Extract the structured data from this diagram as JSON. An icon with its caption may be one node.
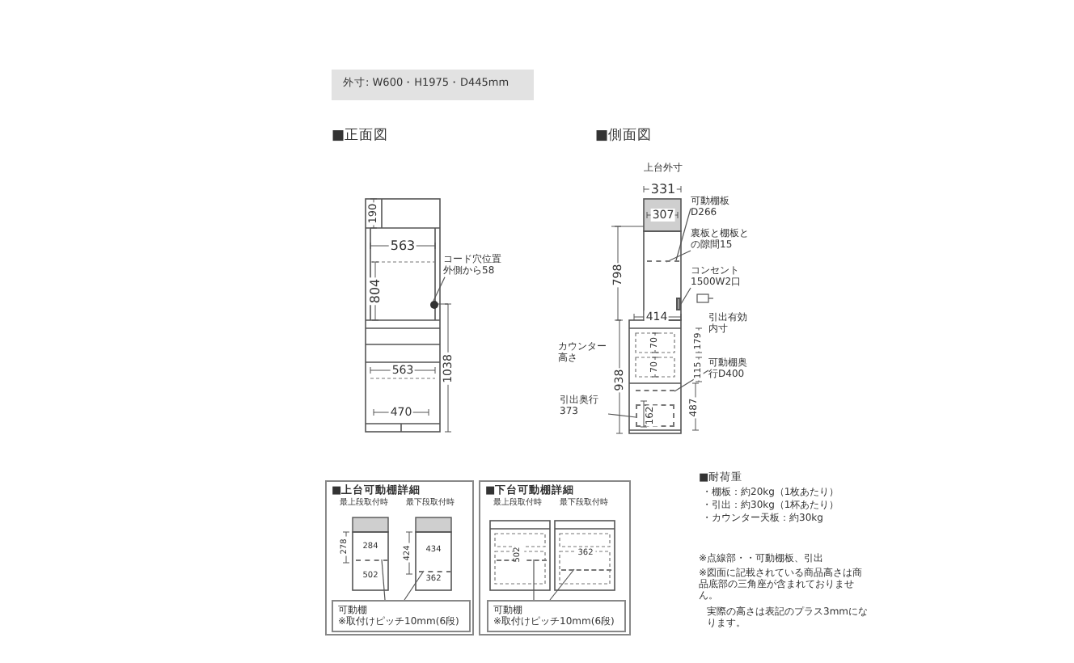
{
  "diagram": {
    "nodes": [
      {
        "text": [
          "■上台可動棚詳細"
        ]
      },
      {
        "text": [
          "可動棚",
          "※取付けピッチ10mm(6段)"
        ],
        "in": 0
      },
      {
        "text": [
          "■下台可動棚詳細"
        ]
      },
      {
        "text": [
          "可動棚",
          "※取付けピッチ10mm(6段)"
        ],
        "in": 2
      },
      {
        "text": [
          "コード穴位置外側から58"
        ]
      },
      {
        "text": [
          "可動棚板D266"
        ]
      },
      {
        "text": [
          "裏板と棚板との隙間15"
        ]
      },
      {
        "text": [
          "コンセント1500W2口"
        ]
      },
      {
        "text": [
          "可動棚奥行D400"
        ]
      },
      {
        "text": [
          "引出奥行373"
        ]
      },
      {
        "text": [],
        "shape": "box"
      },
      {
        "text": [],
        "shape": "bar",
        "in": 0
      },
      {
        "text": [],
        "shape": "bar",
        "in": 0
      },
      {
        "text": [],
        "shape": "bar",
        "in": 2
      },
      {
        "text": [],
        "shape": "bar",
        "in": 2
      },
      {
        "text": [],
        "shape": "bar"
      },
      {
        "text": [],
        "shape": "bar"
      },
      {
        "text": [],
        "shape": "circle"
      },
      {
        "text": [],
        "shape": "box"
      }
    ],
    "edges": [
      {
        "from": 1,
        "to": 11,
        "arrow": "none"
      },
      {
        "from": 1,
        "to": 12,
        "arrow": "none"
      },
      {
        "from": 3,
        "to": 13,
        "arrow": "none"
      },
      {
        "from": 3,
        "to": 14,
        "arrow": "none"
      },
      {
        "from": 4,
        "to": 17,
        "arrow": "none"
      },
      {
        "from": 5,
        "to": 15,
        "arrow": "none"
      },
      {
        "from": 6,
        "to": 15,
        "arrow": "none"
      },
      {
        "from": 7,
        "to": 10,
        "arrow": "none"
      },
      {
        "from": 8,
        "to": 16,
        "arrow": "none"
      },
      {
        "from": 9,
        "to": 18,
        "arrow": "none"
      }
    ],
    "labels": [
      "外寸: W600・H1975・D445mm",
      "■正面図",
      "■側面図",
      "上台外寸",
      "331",
      "307",
      "190",
      "563",
      "798",
      "804",
      "414",
      "70",
      "179",
      "70",
      "115",
      "カウンター高さ",
      "938",
      "1038",
      "563",
      "162",
      "487",
      "470",
      "引出有効内寸",
      "■耐荷重",
      "・棚板：約20kg（1枚あたり）",
      "・引出：約30kg（1杯あたり）",
      "・カウンター天板：約30kg",
      "※点線部・・可動棚板、引出",
      "※図面に記載されている商品高さは商品底部の三角座が含まれておりません。",
      "実際の高さは表記のプラス3mmになります。",
      "最上段取付時",
      "最下段取付時",
      "278",
      "284",
      "502",
      "424",
      "434",
      "362",
      "最上段取付時",
      "最下段取付時",
      "502",
      "362"
    ]
  }
}
